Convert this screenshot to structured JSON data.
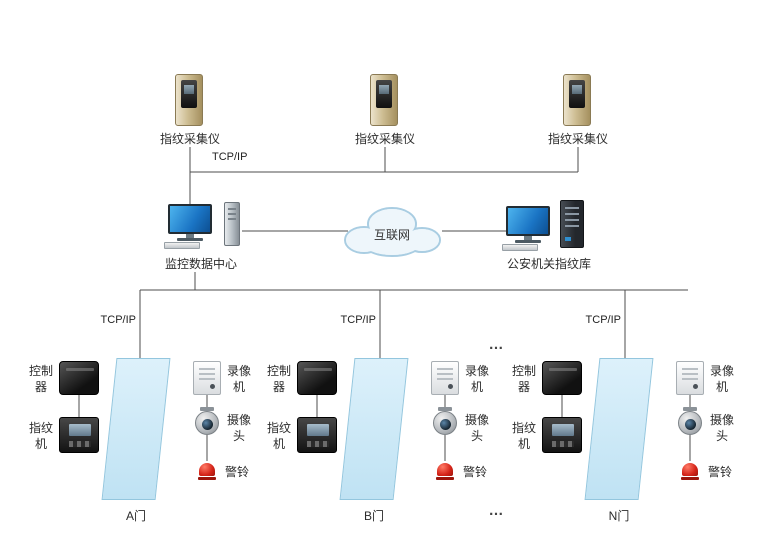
{
  "top": {
    "tcpip": "TCP/IP",
    "devices": [
      {
        "label": "指纹采集仪"
      },
      {
        "label": "指纹采集仪"
      },
      {
        "label": "指纹采集仪"
      }
    ]
  },
  "middle": {
    "datacenter_label": "监控数据中心",
    "cloud_label": "互联网",
    "police_db_label": "公安机关指纹库"
  },
  "groups": [
    {
      "tcpip": "TCP/IP",
      "controller_label": "控制器",
      "fingerprint_label": "指纹机",
      "recorder_label": "录像机",
      "camera_label": "摄像头",
      "bell_label": "警铃",
      "door_label": "A门"
    },
    {
      "tcpip": "TCP/IP",
      "controller_label": "控制器",
      "fingerprint_label": "指纹机",
      "recorder_label": "录像机",
      "camera_label": "摄像头",
      "bell_label": "警铃",
      "door_label": "B门"
    },
    {
      "tcpip": "TCP/IP",
      "controller_label": "控制器",
      "fingerprint_label": "指纹机",
      "recorder_label": "录像机",
      "camera_label": "摄像头",
      "bell_label": "警铃",
      "door_label": "N门"
    }
  ],
  "ellipsis": "…",
  "colors": {
    "line": "#4d4d4d",
    "door_fill": "#cfe9f8",
    "screen_blue": "#1a74c4",
    "bell_red": "#d42318",
    "collector_gold": "#c9b98e"
  }
}
